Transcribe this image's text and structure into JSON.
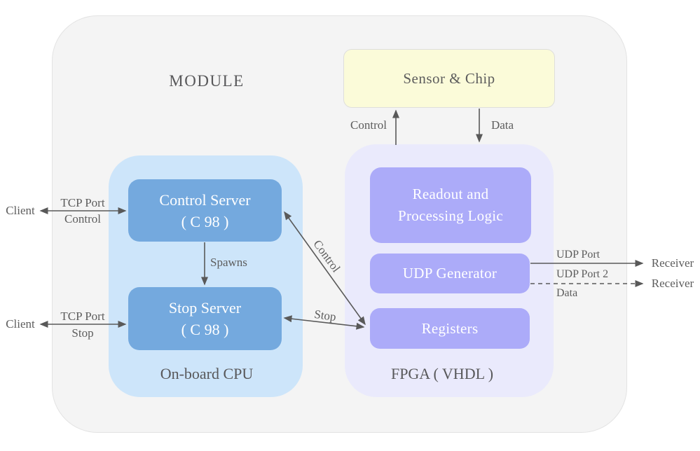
{
  "colors": {
    "module_bg": "#f4f4f4",
    "module_border": "#e3e3e3",
    "cpu_bg": "#cde5fa",
    "server_bg": "#74a9de",
    "fpga_bg": "#eaeafc",
    "fpga_node_bg": "#acabf9",
    "sensor_bg": "#fbfbd9",
    "sensor_border": "#dededc",
    "arrow": "#595959",
    "label_text": "#5d5d5d",
    "title_text": "#58585a",
    "node_text": "#ffffff"
  },
  "module": {
    "title": "MODULE"
  },
  "sensor_chip": {
    "label": "Sensor & Chip"
  },
  "onboard_cpu": {
    "label": "On-board CPU",
    "control_server": {
      "line1": "Control Server",
      "line2": "( C 98 )"
    },
    "stop_server": {
      "line1": "Stop Server",
      "line2": "( C 98 )"
    }
  },
  "fpga": {
    "label": "FPGA ( VHDL )",
    "readout_processing": {
      "line1": "Readout and",
      "line2": "Processing Logic"
    },
    "udp_generator": {
      "label": "UDP Generator"
    },
    "registers": {
      "label": "Registers"
    }
  },
  "externals": {
    "client_top": "Client",
    "client_bottom": "Client",
    "receiver_udp": "Receiver",
    "receiver_udp2": "Receiver"
  },
  "edge_labels": {
    "tcp_port_control_line1": "TCP Port",
    "tcp_port_control_line2": "Control",
    "tcp_port_stop_line1": "TCP Port",
    "tcp_port_stop_line2": "Stop",
    "spawns": "Spawns",
    "sensor_control": "Control",
    "sensor_data": "Data",
    "registers_control": "Control",
    "registers_stop": "Stop",
    "udp_port": "UDP Port",
    "udp_port_2": "UDP Port 2",
    "udp_data": "Data"
  }
}
